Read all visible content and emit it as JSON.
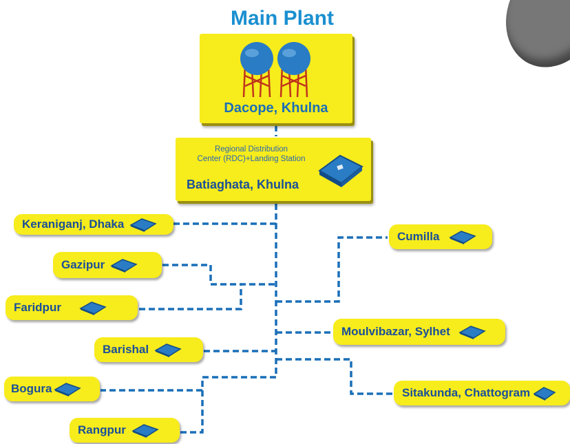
{
  "diagram": {
    "title": "Main Plant",
    "main_plant": {
      "location": "Dacope, Khulna",
      "icon": "storage-tanks-icon"
    },
    "rdc": {
      "line1": "Regional Distribution",
      "line2": "Center (RDC)+Landing Station",
      "location": "Batiaghata, Khulna",
      "icon": "device-icon"
    },
    "nodes": {
      "keraniganj": "Keraniganj, Dhaka",
      "gazipur": "Gazipur",
      "faridpur": "Faridpur",
      "barishal": "Barishal",
      "bogura": "Bogura",
      "rangpur": "Rangpur",
      "cumilla": "Cumilla",
      "moulvibazar": "Moulvibazar, Sylhet",
      "sitakunda": "Sitakunda, Chattogram"
    },
    "colors": {
      "box": "#f7ec1c",
      "line": "#1a6fb8",
      "title": "#1a8fd0",
      "text": "#1a4f9a"
    }
  }
}
